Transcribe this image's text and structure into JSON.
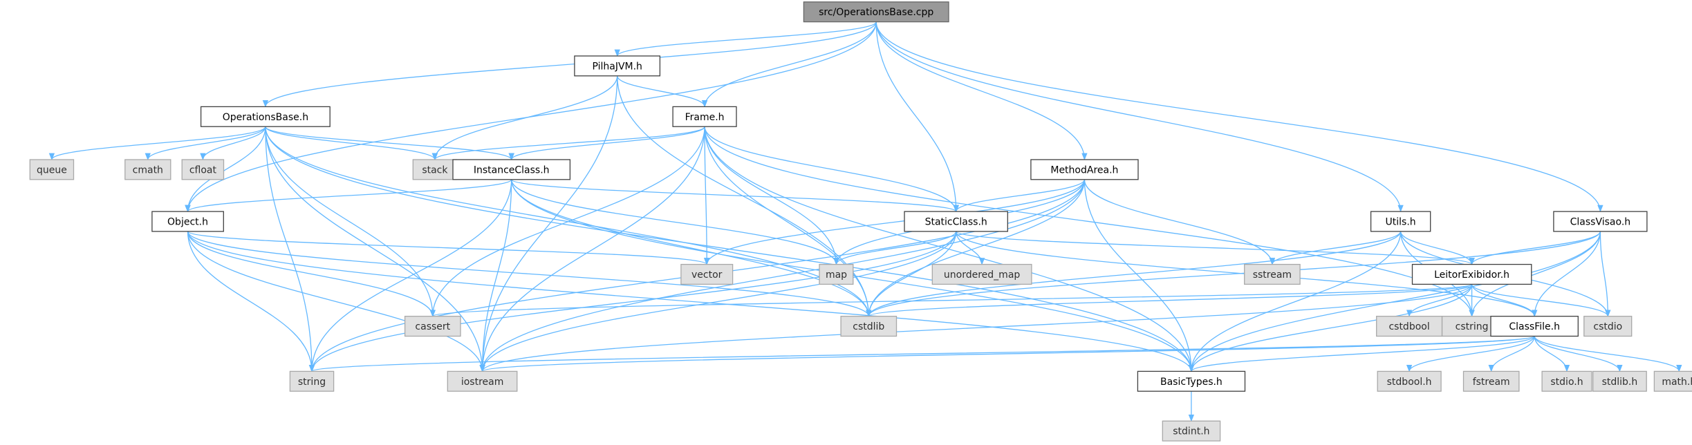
{
  "graph": {
    "edge_color": "#63b8ff",
    "nodes": [
      {
        "id": "root",
        "label": "src/OperationsBase.cpp",
        "kind": "root"
      },
      {
        "id": "pilha",
        "label": "PilhaJVM.h",
        "kind": "local"
      },
      {
        "id": "opsh",
        "label": "OperationsBase.h",
        "kind": "local"
      },
      {
        "id": "frame",
        "label": "Frame.h",
        "kind": "local"
      },
      {
        "id": "method",
        "label": "MethodArea.h",
        "kind": "local"
      },
      {
        "id": "utils",
        "label": "Utils.h",
        "kind": "local"
      },
      {
        "id": "visao",
        "label": "ClassVisao.h",
        "kind": "local"
      },
      {
        "id": "queue",
        "label": "queue",
        "kind": "sys"
      },
      {
        "id": "cmath",
        "label": "cmath",
        "kind": "sys"
      },
      {
        "id": "cfloat",
        "label": "cfloat",
        "kind": "sys"
      },
      {
        "id": "stack",
        "label": "stack",
        "kind": "sys"
      },
      {
        "id": "instance",
        "label": "InstanceClass.h",
        "kind": "local"
      },
      {
        "id": "object",
        "label": "Object.h",
        "kind": "local"
      },
      {
        "id": "static",
        "label": "StaticClass.h",
        "kind": "local"
      },
      {
        "id": "vector",
        "label": "vector",
        "kind": "sys"
      },
      {
        "id": "map",
        "label": "map",
        "kind": "sys"
      },
      {
        "id": "umap",
        "label": "unordered_map",
        "kind": "sys"
      },
      {
        "id": "sstream",
        "label": "sstream",
        "kind": "sys"
      },
      {
        "id": "leitor",
        "label": "LeitorExibidor.h",
        "kind": "local"
      },
      {
        "id": "cassert",
        "label": "cassert",
        "kind": "sys"
      },
      {
        "id": "cstdlib",
        "label": "cstdlib",
        "kind": "sys"
      },
      {
        "id": "cstdbool",
        "label": "cstdbool",
        "kind": "sys"
      },
      {
        "id": "cstring",
        "label": "cstring",
        "kind": "sys"
      },
      {
        "id": "cstdio",
        "label": "cstdio",
        "kind": "sys"
      },
      {
        "id": "classfile",
        "label": "ClassFile.h",
        "kind": "local"
      },
      {
        "id": "string",
        "label": "string",
        "kind": "sys"
      },
      {
        "id": "iostream",
        "label": "iostream",
        "kind": "sys"
      },
      {
        "id": "basic",
        "label": "BasicTypes.h",
        "kind": "local"
      },
      {
        "id": "stdboolh",
        "label": "stdbool.h",
        "kind": "sys"
      },
      {
        "id": "fstream",
        "label": "fstream",
        "kind": "sys"
      },
      {
        "id": "stdioh",
        "label": "stdio.h",
        "kind": "sys"
      },
      {
        "id": "stdlibh",
        "label": "stdlib.h",
        "kind": "sys"
      },
      {
        "id": "mathh",
        "label": "math.h",
        "kind": "sys"
      },
      {
        "id": "stdint",
        "label": "stdint.h",
        "kind": "sys"
      }
    ],
    "edges": [
      [
        "root",
        "pilha"
      ],
      [
        "root",
        "opsh"
      ],
      [
        "root",
        "frame"
      ],
      [
        "root",
        "object"
      ],
      [
        "root",
        "static"
      ],
      [
        "root",
        "method"
      ],
      [
        "root",
        "utils"
      ],
      [
        "root",
        "visao"
      ],
      [
        "pilha",
        "frame"
      ],
      [
        "pilha",
        "stack"
      ],
      [
        "pilha",
        "iostream"
      ],
      [
        "pilha",
        "cstdlib"
      ],
      [
        "opsh",
        "queue"
      ],
      [
        "opsh",
        "cmath"
      ],
      [
        "opsh",
        "cfloat"
      ],
      [
        "opsh",
        "stack"
      ],
      [
        "opsh",
        "instance"
      ],
      [
        "opsh",
        "object"
      ],
      [
        "opsh",
        "string"
      ],
      [
        "opsh",
        "cassert"
      ],
      [
        "opsh",
        "iostream"
      ],
      [
        "opsh",
        "cstdlib"
      ],
      [
        "opsh",
        "basic"
      ],
      [
        "frame",
        "stack"
      ],
      [
        "frame",
        "instance"
      ],
      [
        "frame",
        "static"
      ],
      [
        "frame",
        "vector"
      ],
      [
        "frame",
        "map"
      ],
      [
        "frame",
        "cassert"
      ],
      [
        "frame",
        "iostream"
      ],
      [
        "frame",
        "cstdlib"
      ],
      [
        "frame",
        "basic"
      ],
      [
        "frame",
        "cstring"
      ],
      [
        "instance",
        "object"
      ],
      [
        "instance",
        "static"
      ],
      [
        "instance",
        "map"
      ],
      [
        "instance",
        "string"
      ],
      [
        "instance",
        "iostream"
      ],
      [
        "instance",
        "cstdlib"
      ],
      [
        "instance",
        "basic"
      ],
      [
        "object",
        "vector"
      ],
      [
        "object",
        "cassert"
      ],
      [
        "object",
        "cstdlib"
      ],
      [
        "object",
        "string"
      ],
      [
        "object",
        "iostream"
      ],
      [
        "object",
        "basic"
      ],
      [
        "method",
        "static"
      ],
      [
        "method",
        "map"
      ],
      [
        "method",
        "vector"
      ],
      [
        "method",
        "sstream"
      ],
      [
        "method",
        "cstdlib"
      ],
      [
        "method",
        "iostream"
      ],
      [
        "method",
        "basic"
      ],
      [
        "method",
        "string"
      ],
      [
        "static",
        "map"
      ],
      [
        "static",
        "umap"
      ],
      [
        "static",
        "leitor"
      ],
      [
        "static",
        "cstdlib"
      ],
      [
        "static",
        "iostream"
      ],
      [
        "static",
        "string"
      ],
      [
        "static",
        "classfile"
      ],
      [
        "utils",
        "sstream"
      ],
      [
        "utils",
        "leitor"
      ],
      [
        "utils",
        "cstdlib"
      ],
      [
        "utils",
        "basic"
      ],
      [
        "utils",
        "cstring"
      ],
      [
        "utils",
        "cstdio"
      ],
      [
        "visao",
        "leitor"
      ],
      [
        "visao",
        "classfile"
      ],
      [
        "visao",
        "cstring"
      ],
      [
        "visao",
        "cstdio"
      ],
      [
        "visao",
        "cstdlib"
      ],
      [
        "visao",
        "basic"
      ],
      [
        "leitor",
        "cassert"
      ],
      [
        "leitor",
        "cstdlib"
      ],
      [
        "leitor",
        "cstdbool"
      ],
      [
        "leitor",
        "cstring"
      ],
      [
        "leitor",
        "cstdio"
      ],
      [
        "leitor",
        "classfile"
      ],
      [
        "leitor",
        "basic"
      ],
      [
        "leitor",
        "iostream"
      ],
      [
        "classfile",
        "stdboolh"
      ],
      [
        "classfile",
        "fstream"
      ],
      [
        "classfile",
        "stdioh"
      ],
      [
        "classfile",
        "stdlibh"
      ],
      [
        "classfile",
        "mathh"
      ],
      [
        "classfile",
        "basic"
      ],
      [
        "classfile",
        "iostream"
      ],
      [
        "classfile",
        "string"
      ],
      [
        "basic",
        "stdint"
      ]
    ]
  }
}
